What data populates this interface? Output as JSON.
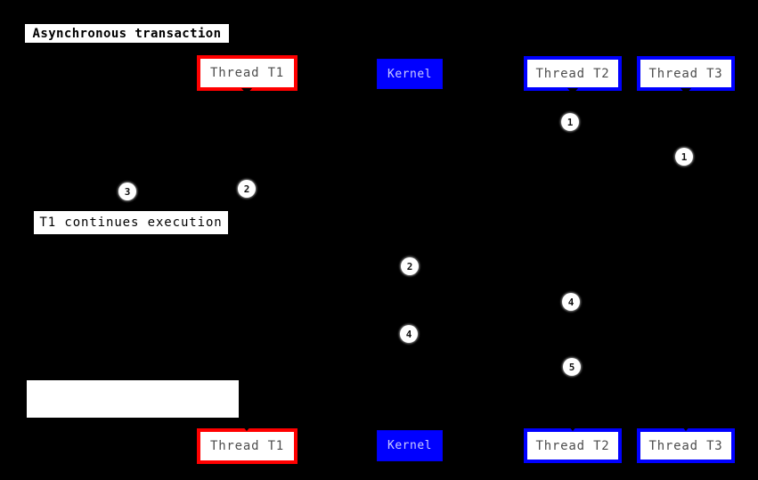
{
  "diagram": {
    "title": "Asynchronous transaction",
    "participants": [
      {
        "id": "thread-t1",
        "label": "Thread T1",
        "accent": "#ff0000"
      },
      {
        "id": "kernel",
        "label": "Kernel",
        "accent": "#0000ff"
      },
      {
        "id": "thread-t2",
        "label": "Thread T2",
        "accent": "#0000ff"
      },
      {
        "id": "thread-t3",
        "label": "Thread T3",
        "accent": "#0000ff"
      }
    ],
    "notes": {
      "t1_continues": "T1 continues execution",
      "blank": ""
    },
    "markers": [
      {
        "n": "1",
        "at": "thread-t2"
      },
      {
        "n": "1",
        "at": "thread-t3"
      },
      {
        "n": "2",
        "at": "thread-t1"
      },
      {
        "n": "3",
        "at": "t1-continues-note"
      },
      {
        "n": "2",
        "at": "kernel"
      },
      {
        "n": "4",
        "at": "thread-t2"
      },
      {
        "n": "4",
        "at": "kernel"
      },
      {
        "n": "5",
        "at": "thread-t2"
      }
    ],
    "colors": {
      "background": "#000000",
      "red_accent": "#ff0000",
      "blue_accent": "#0000ff",
      "participant_text": "#4d4d4d",
      "kernel_text": "#ccccff",
      "marker_fill": "#ffffff",
      "marker_text": "#111111",
      "note_fill": "#ffffff",
      "note_text": "#000000"
    }
  }
}
